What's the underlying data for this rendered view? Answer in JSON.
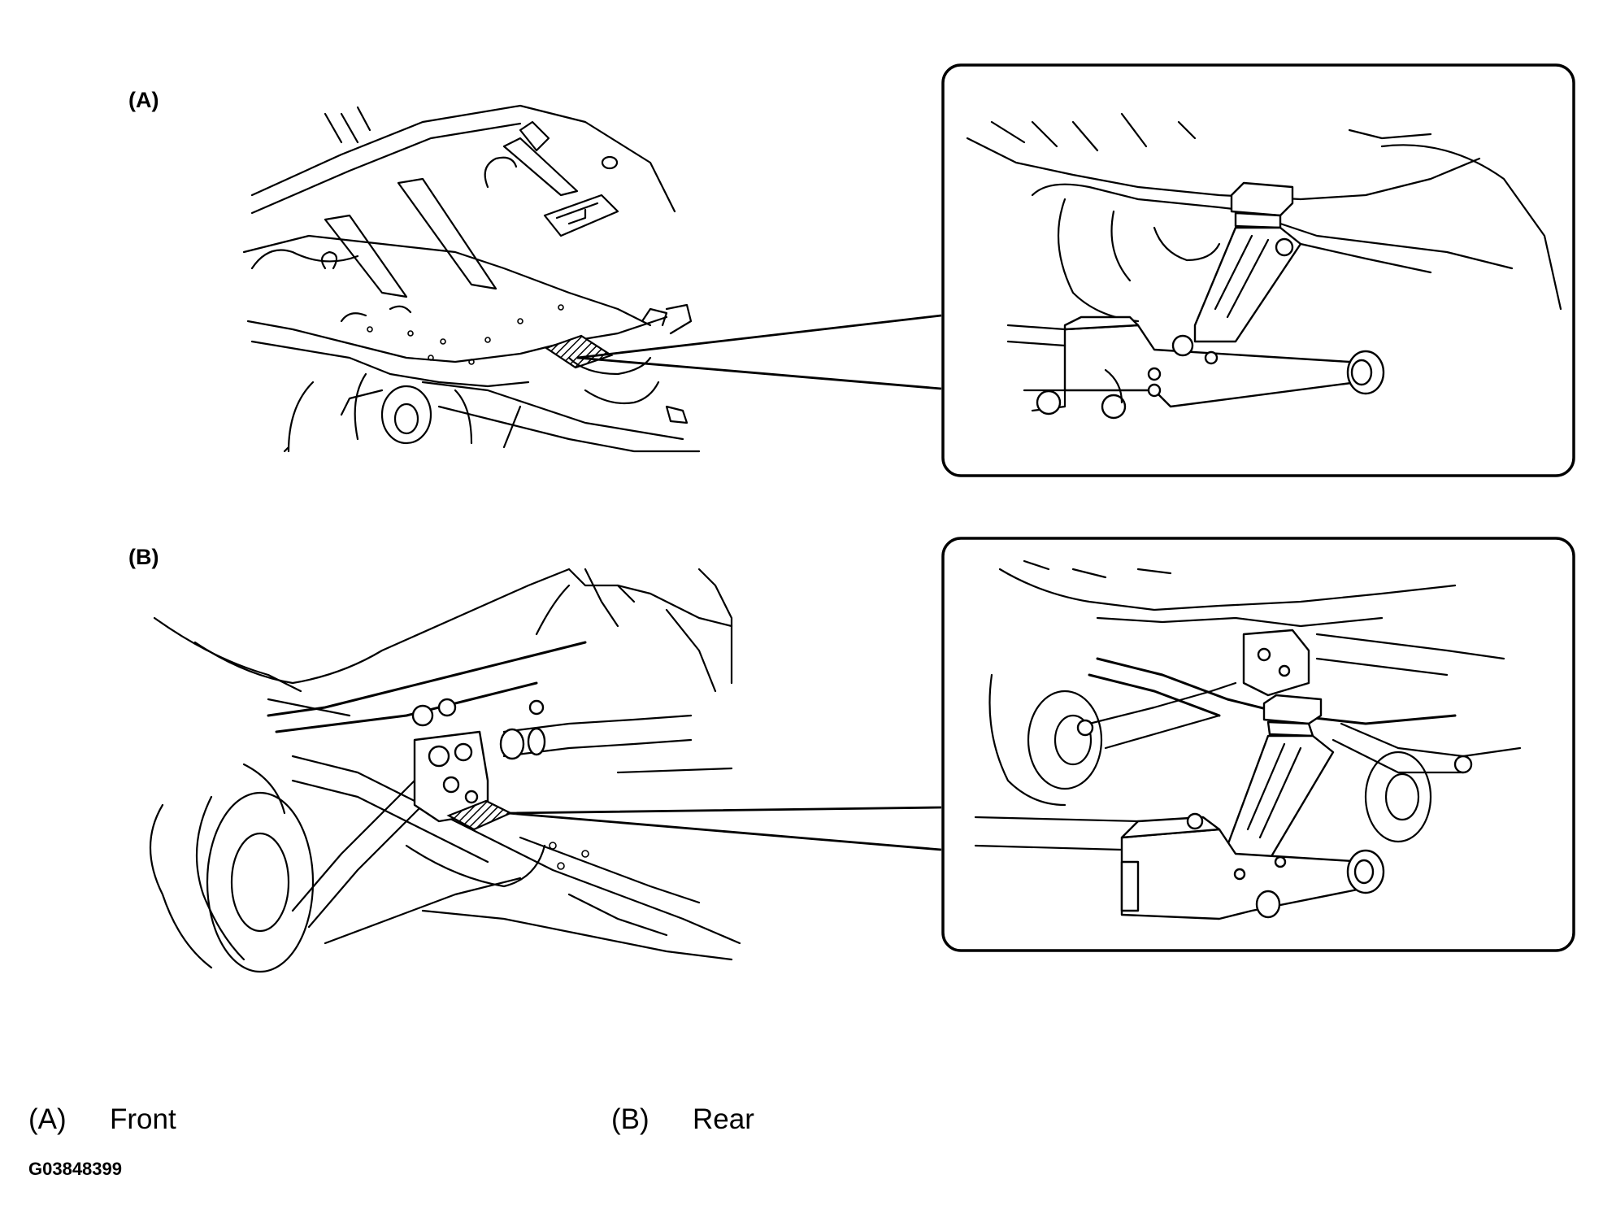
{
  "panels": [
    {
      "key": "(A)",
      "inset": "jack-under-front-point"
    },
    {
      "key": "(B)",
      "inset": "jack-under-rear-point"
    }
  ],
  "legend": [
    {
      "key": "(A)",
      "text": "Front"
    },
    {
      "key": "(B)",
      "text": "Rear"
    }
  ],
  "figure_id": "G03848399",
  "colors": {
    "line": "#000000",
    "background": "#ffffff"
  }
}
